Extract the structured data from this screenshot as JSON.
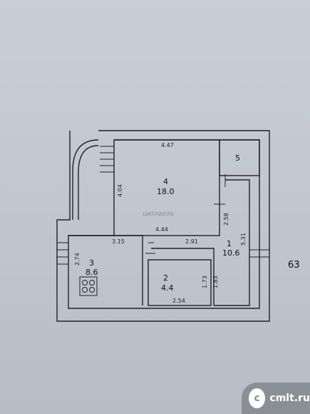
{
  "plan": {
    "rooms": [
      {
        "number": "4",
        "area": "18.0"
      },
      {
        "number": "5",
        "area": ""
      },
      {
        "number": "1",
        "area": "10.6"
      },
      {
        "number": "3",
        "area": "8.6"
      },
      {
        "number": "2",
        "area": "4.4"
      }
    ],
    "dimensions": {
      "top_room4": "4.47",
      "left_room4": "4.04",
      "bottom_room4": "4.44",
      "inner_room4": "2.58",
      "right_room1": "5.31",
      "top_room3": "3.15",
      "hall": "2.91",
      "left_room3": "2.74",
      "room2_right_a": "1.73",
      "room2_right_b": "1.83",
      "bottom_room2": "2.54"
    },
    "watermark": "ЦИТАДЕЛЬ",
    "flat_number": "63"
  },
  "badge": {
    "logo_letter": "c",
    "site": "cmlt.ru"
  }
}
